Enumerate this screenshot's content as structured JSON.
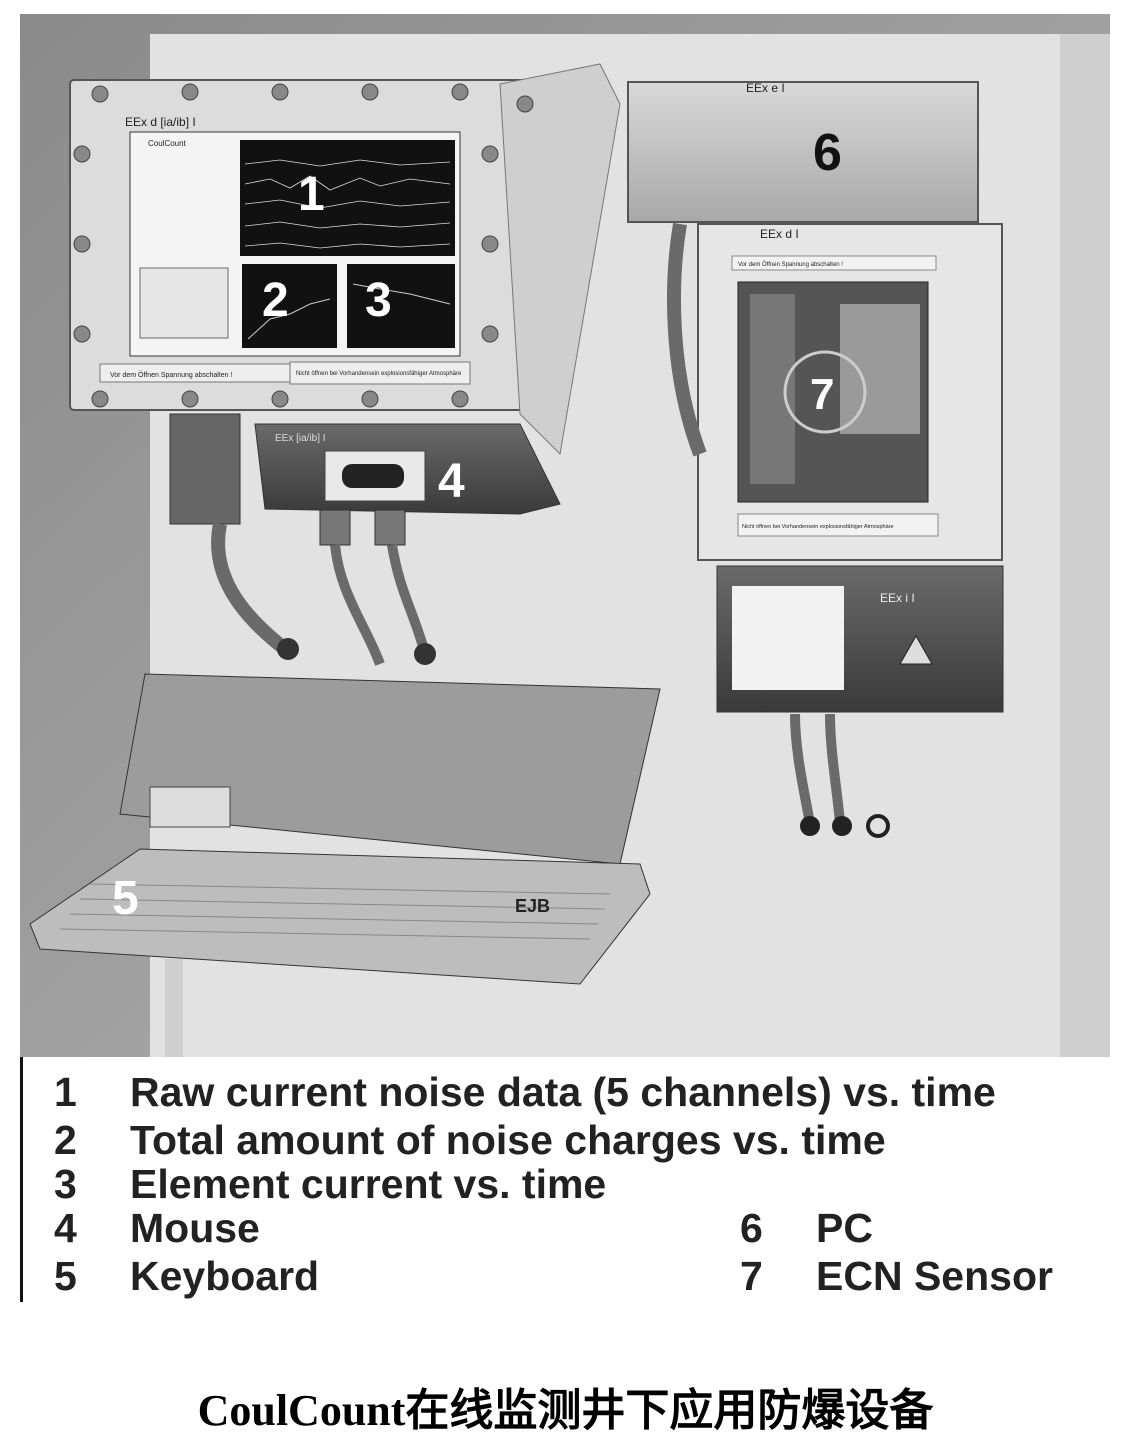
{
  "photo": {
    "numbers": [
      "1",
      "2",
      "3",
      "4",
      "5",
      "6",
      "7"
    ],
    "screen_labels": {
      "top_enclosure": "EEx d [ia/ib] I",
      "app_title": "CoulCount",
      "keypad_enclosure": "EEx [ia/ib] I",
      "pc_box": "EEx e I",
      "sensor_box": "EEx d I",
      "bottom_box": "EEx i I",
      "warning_left": "Vor dem Öffnen Spannung abschalten !",
      "warning_right": "Nicht öffnen bei Vorhandensein explosionsfähiger Atmosphäre",
      "sensor_warning_top": "Vor dem Öffnen Spannung abschalten !",
      "sensor_warning_bottom": "Nicht öffnen bei Vorhandensein explosionsfähiger Atmosphäre",
      "keyboard_brand": "EJB"
    }
  },
  "legend": {
    "items": [
      {
        "num": "1",
        "text": "Raw current noise data (5 channels) vs. time"
      },
      {
        "num": "2",
        "text": "Total amount of noise charges vs. time"
      },
      {
        "num": "3",
        "text": "Element current vs. time"
      },
      {
        "num": "4",
        "text": "Mouse"
      },
      {
        "num": "5",
        "text": "Keyboard"
      },
      {
        "num": "6",
        "text": "PC"
      },
      {
        "num": "7",
        "text": "ECN Sensor"
      }
    ]
  },
  "caption": "CoulCount在线监测井下应用防爆设备"
}
